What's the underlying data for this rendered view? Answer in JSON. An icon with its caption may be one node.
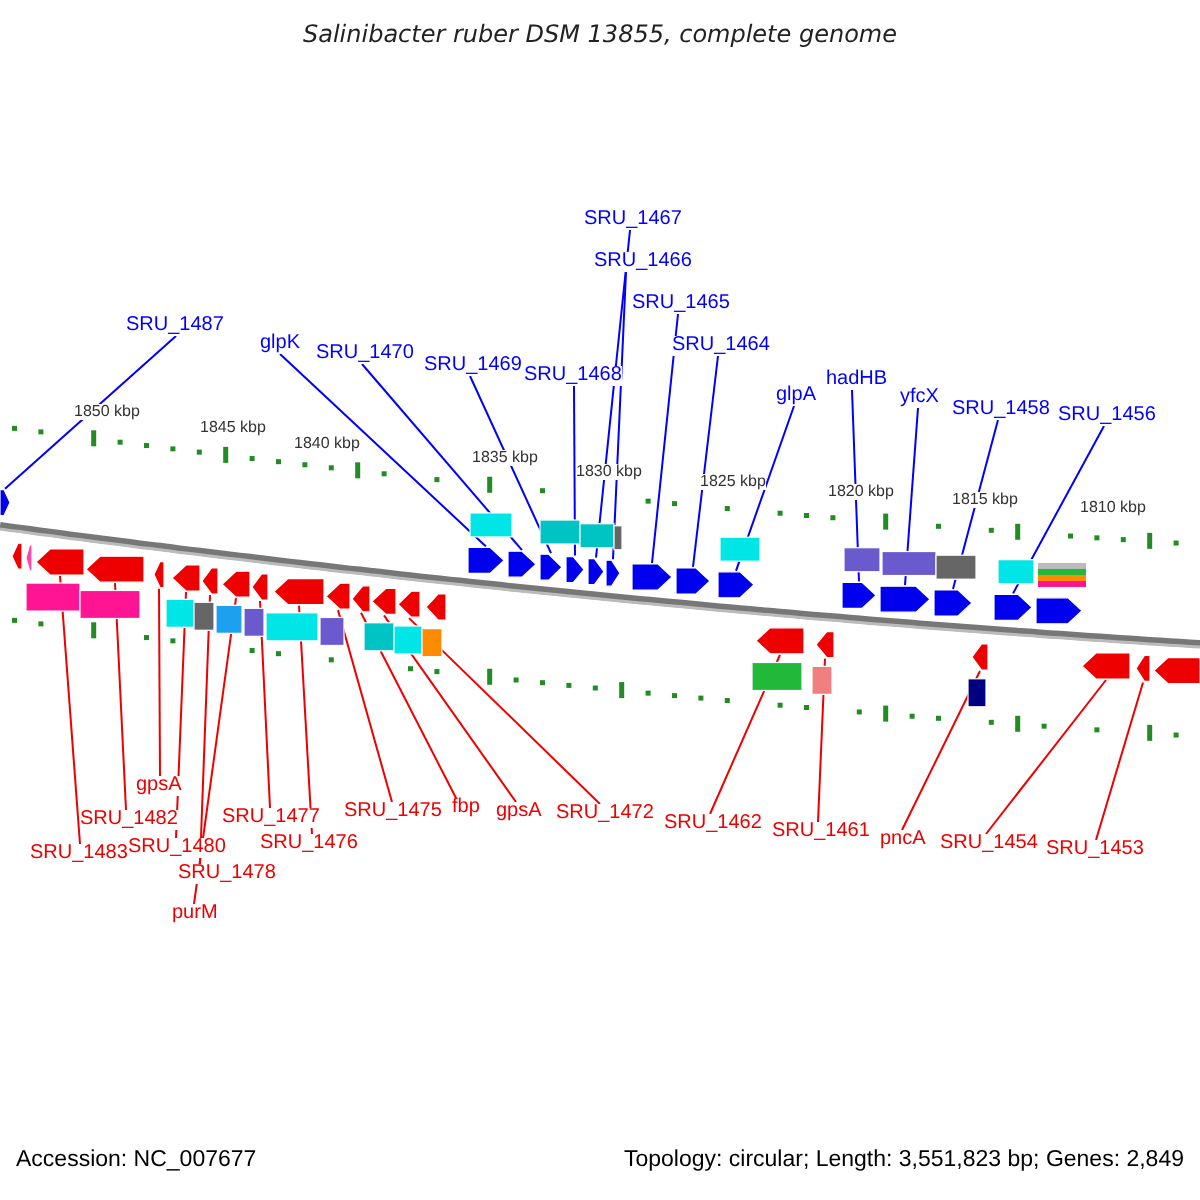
{
  "diagram": {
    "title": "Salinibacter ruber DSM 13855, complete genome",
    "nodes": [
      {
        "text": [
          "SRU_1487"
        ]
      },
      {
        "text": [
          "glpK"
        ]
      },
      {
        "text": [
          "SRU_1470"
        ]
      },
      {
        "text": [
          "SRU_1469"
        ]
      },
      {
        "text": [
          "SRU_1468"
        ]
      },
      {
        "text": [
          "SRU_1467"
        ]
      },
      {
        "text": [
          "SRU_1466"
        ]
      },
      {
        "text": [
          "SRU_1465"
        ]
      },
      {
        "text": [
          "SRU_1464"
        ]
      },
      {
        "text": [
          "glpA"
        ]
      },
      {
        "text": [
          "hadHB"
        ]
      },
      {
        "text": [
          "yfcX"
        ]
      },
      {
        "text": [
          "SRU_1458"
        ]
      },
      {
        "text": [
          "SRU_1456"
        ]
      },
      {
        "text": [
          "gpsA"
        ]
      },
      {
        "text": [
          "SRU_1482"
        ]
      },
      {
        "text": [
          "SRU_1477"
        ]
      },
      {
        "text": [
          "SRU_1475"
        ]
      },
      {
        "text": [
          "fbp"
        ]
      },
      {
        "text": [
          "gpsA"
        ]
      },
      {
        "text": [
          "SRU_1472"
        ]
      },
      {
        "text": [
          "SRU_1462"
        ]
      },
      {
        "text": [
          "SRU_1461"
        ]
      },
      {
        "text": [
          "pncA"
        ]
      },
      {
        "text": [
          "SRU_1454"
        ]
      },
      {
        "text": [
          "SRU_1476"
        ]
      },
      {
        "text": [
          "SRU_1453"
        ]
      },
      {
        "text": [
          "SRU_1480"
        ]
      },
      {
        "text": [
          "SRU_1483"
        ]
      },
      {
        "text": [
          "SRU_1478"
        ]
      },
      {
        "text": [
          "purM"
        ]
      },
      {
        "text": [],
        "shape": "arrow"
      },
      {
        "text": [],
        "shape": "arrow"
      },
      {
        "text": [],
        "shape": "arrow"
      },
      {
        "text": [],
        "shape": "arrow"
      },
      {
        "text": [],
        "shape": "arrow"
      },
      {
        "text": [],
        "shape": "arrow"
      },
      {
        "text": [],
        "shape": "arrow"
      },
      {
        "text": [],
        "shape": "arrow"
      },
      {
        "text": [],
        "shape": "arrow"
      },
      {
        "text": [],
        "shape": "arrow"
      },
      {
        "text": [],
        "shape": "arrow"
      },
      {
        "text": [],
        "shape": "arrow"
      },
      {
        "text": [],
        "shape": "arrow"
      },
      {
        "text": [],
        "shape": "arrow"
      },
      {
        "text": [],
        "shape": "arrow"
      },
      {
        "text": [],
        "shape": "box"
      },
      {
        "text": [],
        "shape": "box"
      },
      {
        "text": [],
        "shape": "box"
      },
      {
        "text": [],
        "shape": "box"
      },
      {
        "text": [],
        "shape": "box"
      },
      {
        "text": [],
        "shape": "box"
      },
      {
        "text": [],
        "shape": "box"
      },
      {
        "text": [],
        "shape": "box"
      },
      {
        "text": [],
        "shape": "box"
      },
      {
        "text": [],
        "shape": "arrow"
      },
      {
        "text": [],
        "shape": "arrow"
      },
      {
        "text": [],
        "shape": "arrow"
      },
      {
        "text": [],
        "shape": "arrow"
      },
      {
        "text": [],
        "shape": "arrow"
      },
      {
        "text": [],
        "shape": "arrow"
      },
      {
        "text": [],
        "shape": "arrow"
      },
      {
        "text": [],
        "shape": "arrow"
      },
      {
        "text": [],
        "shape": "arrow"
      },
      {
        "text": [],
        "shape": "arrow"
      },
      {
        "text": [],
        "shape": "arrow"
      },
      {
        "text": [],
        "shape": "arrow"
      },
      {
        "text": [],
        "shape": "arrow"
      },
      {
        "text": [],
        "shape": "arrow"
      },
      {
        "text": [],
        "shape": "arrow"
      },
      {
        "text": [],
        "shape": "arrow"
      },
      {
        "text": [],
        "shape": "arrow"
      },
      {
        "text": [],
        "shape": "arrow"
      },
      {
        "text": [],
        "shape": "arrow"
      },
      {
        "text": [],
        "shape": "arrow"
      },
      {
        "text": [],
        "shape": "arrow"
      },
      {
        "text": [],
        "shape": "box"
      },
      {
        "text": [],
        "shape": "box"
      },
      {
        "text": [],
        "shape": "box"
      },
      {
        "text": [],
        "shape": "box"
      },
      {
        "text": [],
        "shape": "box"
      },
      {
        "text": [],
        "shape": "box"
      },
      {
        "text": [],
        "shape": "box"
      },
      {
        "text": [],
        "shape": "box"
      },
      {
        "text": [],
        "shape": "box"
      },
      {
        "text": [],
        "shape": "box"
      },
      {
        "text": [],
        "shape": "box"
      },
      {
        "text": [],
        "shape": "box"
      },
      {
        "text": [],
        "shape": "box"
      },
      {
        "text": [],
        "shape": "box"
      },
      {
        "text": [],
        "shape": "box"
      }
    ],
    "edges": [
      {
        "from": 0,
        "to": 31,
        "arrow": "none",
        "color": "#0000ff"
      },
      {
        "from": 1,
        "to": 32,
        "arrow": "none",
        "color": "#0000ff"
      },
      {
        "from": 2,
        "to": 33,
        "arrow": "none",
        "color": "#0000ff"
      },
      {
        "from": 3,
        "to": 34,
        "arrow": "none",
        "color": "#0000ff"
      },
      {
        "from": 4,
        "to": 35,
        "arrow": "none",
        "color": "#0000ff"
      },
      {
        "from": 5,
        "to": 36,
        "arrow": "none",
        "color": "#0000ff"
      },
      {
        "from": 6,
        "to": 37,
        "arrow": "none",
        "color": "#0000ff"
      },
      {
        "from": 7,
        "to": 38,
        "arrow": "none",
        "color": "#0000ff"
      },
      {
        "from": 8,
        "to": 39,
        "arrow": "none",
        "color": "#0000ff"
      },
      {
        "from": 9,
        "to": 40,
        "arrow": "none",
        "color": "#0000ff"
      },
      {
        "from": 10,
        "to": 41,
        "arrow": "none",
        "color": "#0000ff"
      },
      {
        "from": 11,
        "to": 42,
        "arrow": "none",
        "color": "#0000ff"
      },
      {
        "from": 12,
        "to": 43,
        "arrow": "none",
        "color": "#0000ff"
      },
      {
        "from": 13,
        "to": 44,
        "arrow": "none",
        "color": "#0000ff"
      },
      {
        "from": 14,
        "to": 59,
        "arrow": "none"
      },
      {
        "from": 15,
        "to": 58,
        "arrow": "none"
      },
      {
        "from": 16,
        "to": 63,
        "arrow": "none"
      },
      {
        "from": 17,
        "to": 65,
        "arrow": "none"
      },
      {
        "from": 18,
        "to": 66,
        "arrow": "none"
      },
      {
        "from": 19,
        "to": 67,
        "arrow": "none"
      },
      {
        "from": 20,
        "to": 68,
        "arrow": "none"
      },
      {
        "from": 21,
        "to": 70,
        "arrow": "none"
      },
      {
        "from": 22,
        "to": 71,
        "arrow": "none"
      },
      {
        "from": 23,
        "to": 72,
        "arrow": "none"
      },
      {
        "from": 24,
        "to": 73,
        "arrow": "none"
      },
      {
        "from": 25,
        "to": 64,
        "arrow": "none"
      },
      {
        "from": 26,
        "to": 74,
        "arrow": "none"
      },
      {
        "from": 27,
        "to": 60,
        "arrow": "none"
      },
      {
        "from": 28,
        "to": 57,
        "arrow": "none"
      },
      {
        "from": 29,
        "to": 61,
        "arrow": "none"
      },
      {
        "from": 30,
        "to": 62,
        "arrow": "none"
      }
    ],
    "labels": [
      "1850 kbp",
      "1845 kbp",
      "1840 kbp",
      "1835 kbp",
      "1830 kbp",
      "1825 kbp",
      "1820 kbp",
      "1815 kbp",
      "1810 kbp",
      "Accession: NC_007677",
      "Topology: circular; Length: 3,551,823 bp; Genes: 2,849"
    ]
  }
}
